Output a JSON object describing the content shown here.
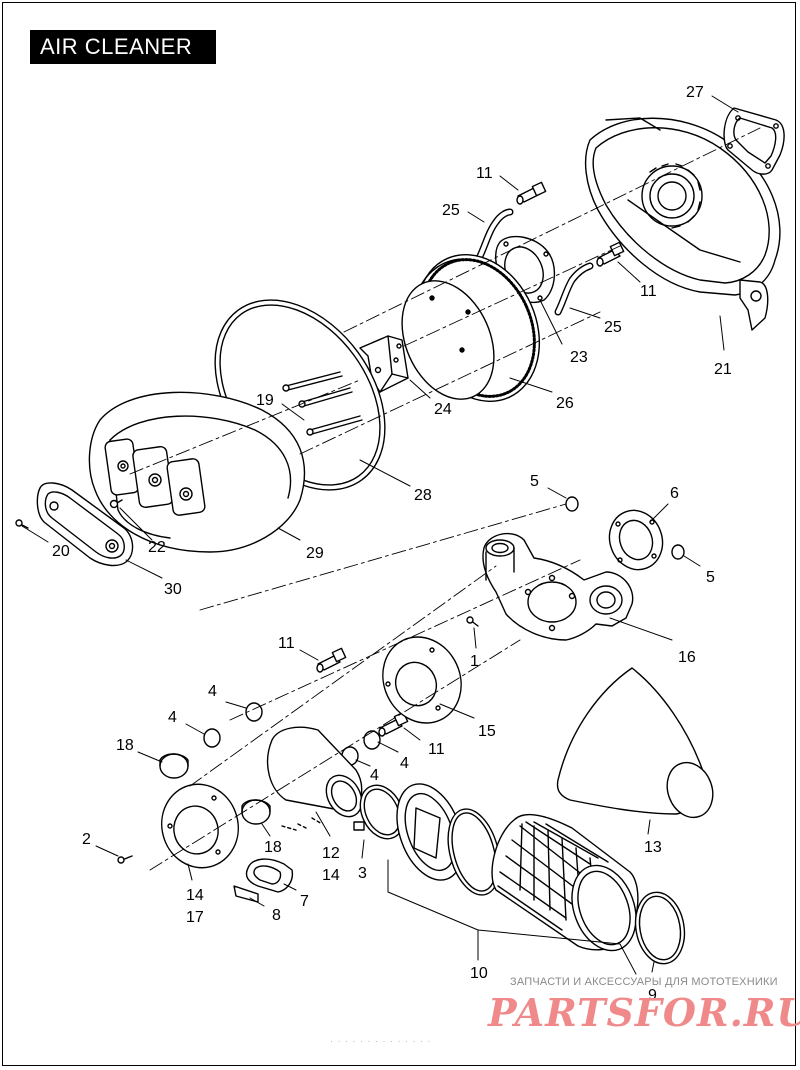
{
  "title": "AIR CLEANER",
  "callouts": {
    "c27": "27",
    "c11a": "11",
    "c25a": "25",
    "c11b": "11",
    "c25b": "25",
    "c23": "23",
    "c21": "21",
    "c24": "24",
    "c26": "26",
    "c19": "19",
    "c28": "28",
    "c22": "22",
    "c20": "20",
    "c29": "29",
    "c30": "30",
    "c5a": "5",
    "c6": "6",
    "c5b": "5",
    "c1": "1",
    "c16": "16",
    "c11c": "11",
    "c15": "15",
    "c4a": "4",
    "c4b": "4",
    "c11d": "11",
    "c4c": "4",
    "c4d": "4",
    "c18a": "18",
    "c18b": "18",
    "c12": "12",
    "c14a": "14",
    "c3": "3",
    "c13": "13",
    "c2": "2",
    "c14b": "14",
    "c17": "17",
    "c7": "7",
    "c8": "8",
    "c10": "10",
    "c9": "9"
  },
  "watermark": {
    "caption": "ЗАПЧАСТИ И АКСЕССУАРЫ ДЛЯ МОТОТЕХНИКИ",
    "logo": "PARTSFOR.RU"
  },
  "footer_code": "· · · ·  ·  · · ·  · ·  · · · ·"
}
